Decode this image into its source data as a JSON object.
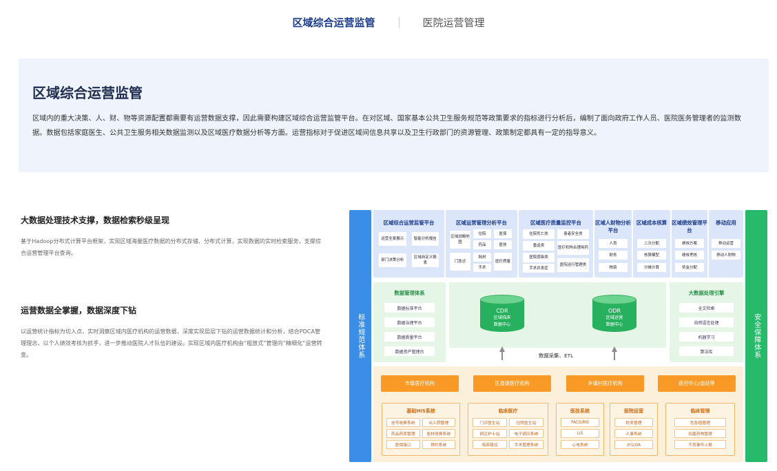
{
  "tabs": {
    "active": "区域综合运营监管",
    "inactive": "医院运营管理"
  },
  "intro": {
    "title": "区域综合运营监管",
    "text": "区域内的重大决策、人、财、物等资源配置都需要有运营数据支撑，因此需要构建区域综合运营监管平台。在对区域、国家基本公共卫生服务规范等政策要求的指标进行分析后，编制了面向政府工作人员、医院医务管理者的监测数据。数据包括家庭医生、公共卫生服务相关数据监测以及区域医疗数据分析等方面。运营指标对于促进区域间信息共享以及卫生行政部门的资源管理、政策制定都具有一定的指导意义。"
  },
  "features": [
    {
      "title": "大数据处理技术支撑，数据检索秒级呈现",
      "desc": "基于Hadoop分布式计算平台框架，实现区域海量医疗数据的分布式存储、分布式计算，实现数据的实时检索服务，支撑综合运营管理平台查询。"
    },
    {
      "title": "运营数据全掌握，数据深度下钻",
      "desc": "以运营统计指标为切入点，实时洞察区域内医疗机构的运营数据，深度实现层层下钻的运营数据统计和分析，结合PDCA管理理念，以个人绩效考核为抓手，进一步推动医院人才队伍的建设。实现区域内医疗机构由“粗放式”管理向“精细化”运营转变。"
    }
  ],
  "arch": {
    "left_bar": "标准规范体系",
    "right_bar": "安全保障体系",
    "apps": [
      {
        "title": "区域综合运营监管平台",
        "cells": [
          "运营全景展示",
          "智能分析报告",
          "部门决策分析",
          "区域自定义报表"
        ]
      },
      {
        "title": "区域运营管理分析平台",
        "cells": [
          "区域战略地图",
          "住院",
          "医保",
          "药品",
          "医技",
          "门急诊",
          "耗材",
          "医疗质量",
          "手术"
        ]
      },
      {
        "title": "区域医疗质量监控平台",
        "cells": [
          "住院死亡类",
          "患者安全类",
          "重返类",
          "医疗机构合理用药",
          "医院感染类",
          "医院运行管理类",
          "手术并发症"
        ]
      },
      {
        "title": "区域人财物分析平台",
        "cells": [
          "人员",
          "财务",
          "物资"
        ]
      },
      {
        "title": "区域成本核算",
        "cells": [
          "二次分配",
          "核算模型",
          "分摊计算"
        ]
      },
      {
        "title": "区域绩效管理平台",
        "cells": [
          "绩效方案",
          "绩效考核",
          "奖金分配"
        ]
      },
      {
        "title": "移动应用",
        "cells": [
          "移动运营",
          "移动人财物"
        ]
      }
    ],
    "data_mgmt": {
      "title": "数据管理体系",
      "items": [
        "数据标准平台",
        "数据治理平台",
        "数据质量平台",
        "数据资产管理台"
      ]
    },
    "cdr": {
      "name": "CDR",
      "line1": "区域临床",
      "line2": "数据中心"
    },
    "odr": {
      "name": "ODR",
      "line1": "区域运营",
      "line2": "数据中心"
    },
    "etl": "数据采集、ETL",
    "bigdata": {
      "title": "大数据处理引擎",
      "items": [
        "全文检索",
        "自然语言处理",
        "机器学习",
        "算法库"
      ]
    },
    "institutions": [
      "市级医疗机构",
      "区县级医疗机构",
      "乡镇村医疗机构",
      "疾控中心/血站等"
    ],
    "systems": [
      {
        "title": "基础HIS系统",
        "items": [
          "挂号收费系统",
          "出入院管理",
          "药品药库管理",
          "医材收费系统",
          "医保接口",
          "预约系统"
        ]
      },
      {
        "title": "临床医疗",
        "items": [
          "门诊医生站",
          "住院医生站",
          "病区护士站",
          "电子病历系统",
          "临床路径",
          "手术管理系统"
        ]
      },
      {
        "title": "医技系统",
        "items": [
          "PACS/RIS",
          "LIS",
          "心电系统"
        ]
      },
      {
        "title": "医院运营",
        "items": [
          "财务管理",
          "人事系统",
          "办公OA"
        ]
      },
      {
        "title": "临床管理",
        "items": [
          "危急值管理",
          "抗菌药物管理",
          "不良事件上报"
        ]
      }
    ]
  }
}
